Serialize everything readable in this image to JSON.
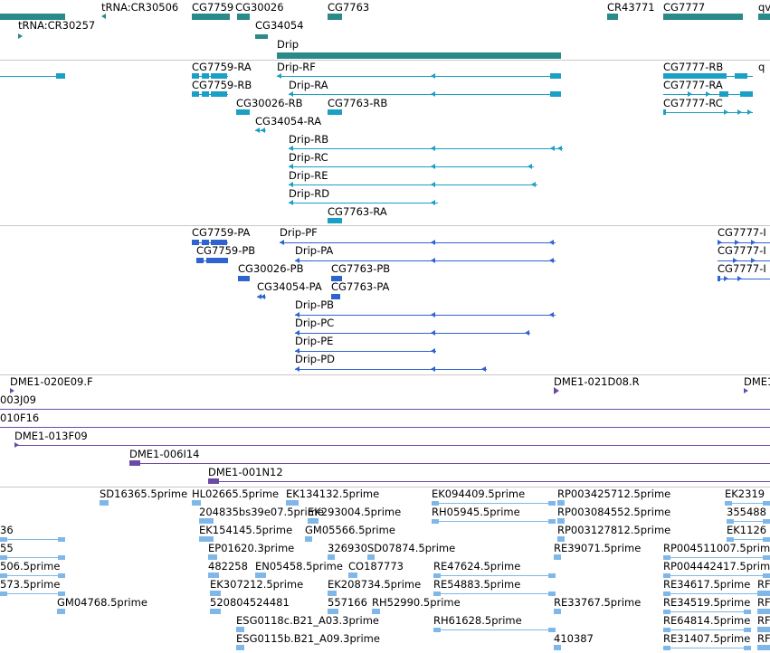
{
  "colors": {
    "gene": "#2a8a8a",
    "transcript": "#1aa0c4",
    "protein": "#2f63d0",
    "clone": "#6a4aa6",
    "est": "#7fb8e8",
    "separator": "#c8c8c8"
  },
  "tracks": {
    "genes": {
      "labels": [
        "tRNA:CR30506",
        "CG7759",
        "CG30026",
        "CG7763",
        "CR43771",
        "CG7777",
        "qv",
        "tRNA:CR30257",
        "CG34054",
        "Drip"
      ]
    },
    "transcripts": {
      "labels": [
        "CG7759-RA",
        "Drip-RF",
        "CG7777-RB",
        "q",
        "CG7759-RB",
        "Drip-RA",
        "CG7777-RA",
        "CG30026-RB",
        "CG7763-RB",
        "CG7777-RC",
        "CG34054-RA",
        "Drip-RB",
        "Drip-RC",
        "Drip-RE",
        "Drip-RD",
        "CG7763-RA"
      ]
    },
    "proteins": {
      "labels": [
        "CG7759-PA",
        "Drip-PF",
        "CG7777-I",
        "CG7759-PB",
        "Drip-PA",
        "CG7777-I",
        "CG30026-PB",
        "CG7763-PB",
        "CG7777-I",
        "CG34054-PA",
        "CG7763-PA",
        "Drip-PB",
        "Drip-PC",
        "Drip-PE",
        "Drip-PD"
      ]
    },
    "clones": {
      "labels": [
        "DME1-020E09.F",
        "DME1-021D08.R",
        "DME1",
        "003J09",
        "010F16",
        "DME1-013F09",
        "DME1-006I14",
        "DME1-001N12"
      ]
    },
    "ests": {
      "labels": [
        "SD16365.5prime",
        "HL02665.5prime",
        "EK134132.5prime",
        "EK094409.5prime",
        "RP003425712.5prime",
        "EK2319",
        "204835bs39e07.5prime",
        "EK293004.5prime",
        "RH05945.5prime",
        "RP003084552.5prime",
        "355488",
        "36",
        "EK154145.5prime",
        "GM05566.5prime",
        "RP003127812.5prime",
        "EK1126",
        "55",
        "EP01620.3prime",
        "326930",
        "SD07874.5prime",
        "RE39071.5prime",
        "RP004511007.5prime",
        "506.5prime",
        "482258",
        "EN05458.5prime",
        "CO187773",
        "RE47624.5prime",
        "RP004442417.5prime",
        "573.5prime",
        "EK307212.5prime",
        "EK208734.5prime",
        "RE54883.5prime",
        "RE34617.5prime",
        "RF",
        "GM04768.5prime",
        "520804524481",
        "557166",
        "RH52990.5prime",
        "RE33767.5prime",
        "RE34519.5prime",
        "RF",
        "ESG0118c.B21_A03.3prime",
        "RH61628.5prime",
        "RE64814.5prime",
        "RF",
        "ESG0115b.B21_A09.3prime",
        "410387",
        "RE31407.5prime",
        "RF"
      ]
    }
  }
}
